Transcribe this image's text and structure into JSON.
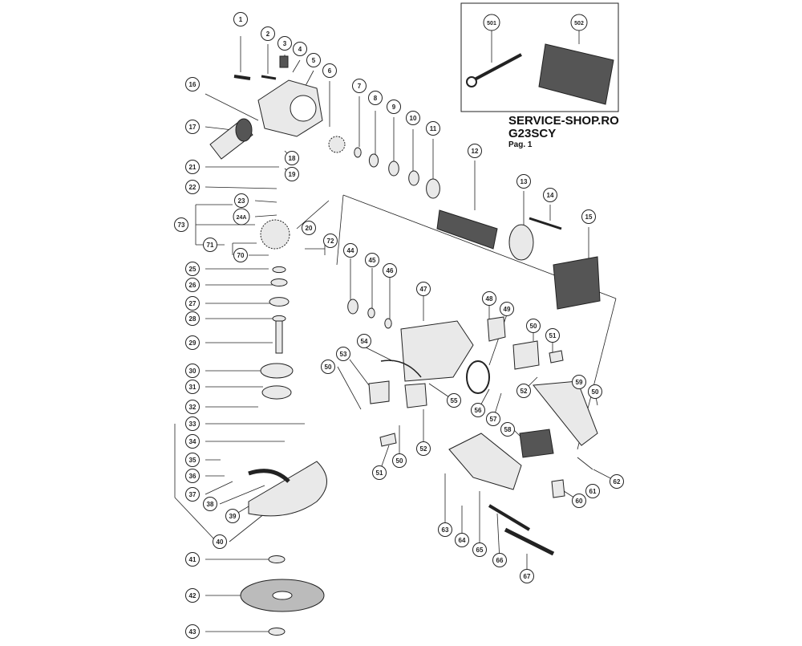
{
  "header": {
    "site": "SERVICE-SHOP.RO",
    "model": "G23SCY",
    "page": "Pag. 1"
  },
  "colors": {
    "ink": "#222222",
    "badge_fill": "#ffffff",
    "part_fill": "#e9e9e9",
    "part_dark": "#555555"
  },
  "parts": {
    "p1": "1",
    "p2": "2",
    "p3": "3",
    "p4": "4",
    "p5": "5",
    "p6": "6",
    "p7": "7",
    "p8": "8",
    "p9": "9",
    "p10": "10",
    "p11": "11",
    "p12": "12",
    "p13": "13",
    "p14": "14",
    "p15": "15",
    "p16": "16",
    "p17": "17",
    "p18": "18",
    "p19": "19",
    "p20": "20",
    "p21": "21",
    "p22": "22",
    "p23": "23",
    "p24a": "24A",
    "p25": "25",
    "p26": "26",
    "p27": "27",
    "p28": "28",
    "p29": "29",
    "p30": "30",
    "p31": "31",
    "p32": "32",
    "p33": "33",
    "p34": "34",
    "p35": "35",
    "p36": "36",
    "p37": "37",
    "p38": "38",
    "p39": "39",
    "p40": "40",
    "p41": "41",
    "p42": "42",
    "p43": "43",
    "p44": "44",
    "p45": "45",
    "p46": "46",
    "p47": "47",
    "p48": "48",
    "p49": "49",
    "p50a": "50",
    "p50b": "50",
    "p50c": "50",
    "p50d": "50",
    "p51a": "51",
    "p51b": "51",
    "p52a": "52",
    "p52b": "52",
    "p53": "53",
    "p54": "54",
    "p55": "55",
    "p56": "56",
    "p57": "57",
    "p58": "58",
    "p59": "59",
    "p60": "60",
    "p61": "61",
    "p62": "62",
    "p63": "63",
    "p64": "64",
    "p65": "65",
    "p66": "66",
    "p67": "67",
    "p70": "70",
    "p71": "71",
    "p72": "72",
    "p73": "73",
    "p501": "501",
    "p502": "502"
  }
}
